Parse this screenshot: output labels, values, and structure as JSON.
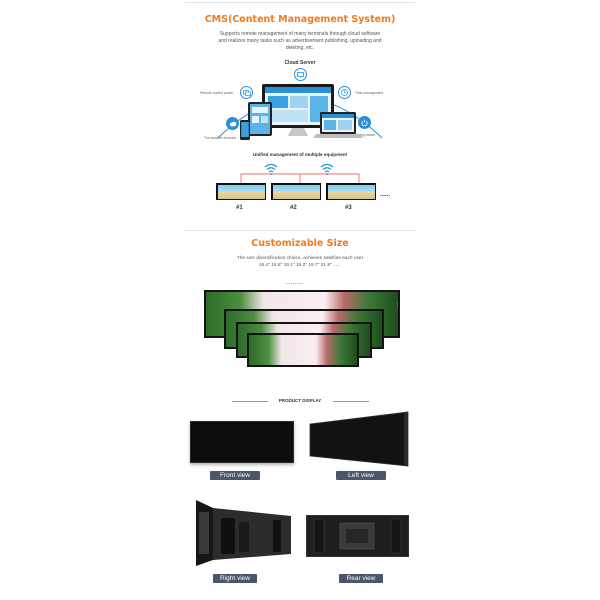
{
  "cms": {
    "title": "CMS(Content Management System)",
    "desc_line1": "Supports remote management of many terminals through cloud software",
    "desc_line2": "and realizes many tasks such as advertisement publishing, uploading and",
    "desc_line3": "deleting, etc.",
    "cloud_label": "Cloud Server",
    "features": [
      {
        "label": "Remote control poster",
        "icon": "screens-icon"
      },
      {
        "label": "Time management",
        "icon": "clock-icon"
      },
      {
        "label": "The weather forecast",
        "icon": "weather-icon"
      },
      {
        "label": "Timing switch",
        "icon": "power-icon"
      }
    ],
    "unified_label": "Unified management of multiple equipment",
    "devices": [
      "#1",
      "#2",
      "#3"
    ],
    "more": "......"
  },
  "size": {
    "title": "Customizable Size",
    "desc_line1": "The size diversification choice, achieves satisfies each user",
    "desc_line2": "16.4\" 16.8\" 19.1\" 19.2\" 19.7\" 21.9\" ......",
    "dots": "........"
  },
  "product": {
    "title": "PRODUCT DISPLAY",
    "views": [
      "Front view",
      "Left view",
      "Right view",
      "Rear view"
    ]
  },
  "colors": {
    "accent": "#f07a1e",
    "blue": "#2b8fd6",
    "pill": "#49566b"
  }
}
